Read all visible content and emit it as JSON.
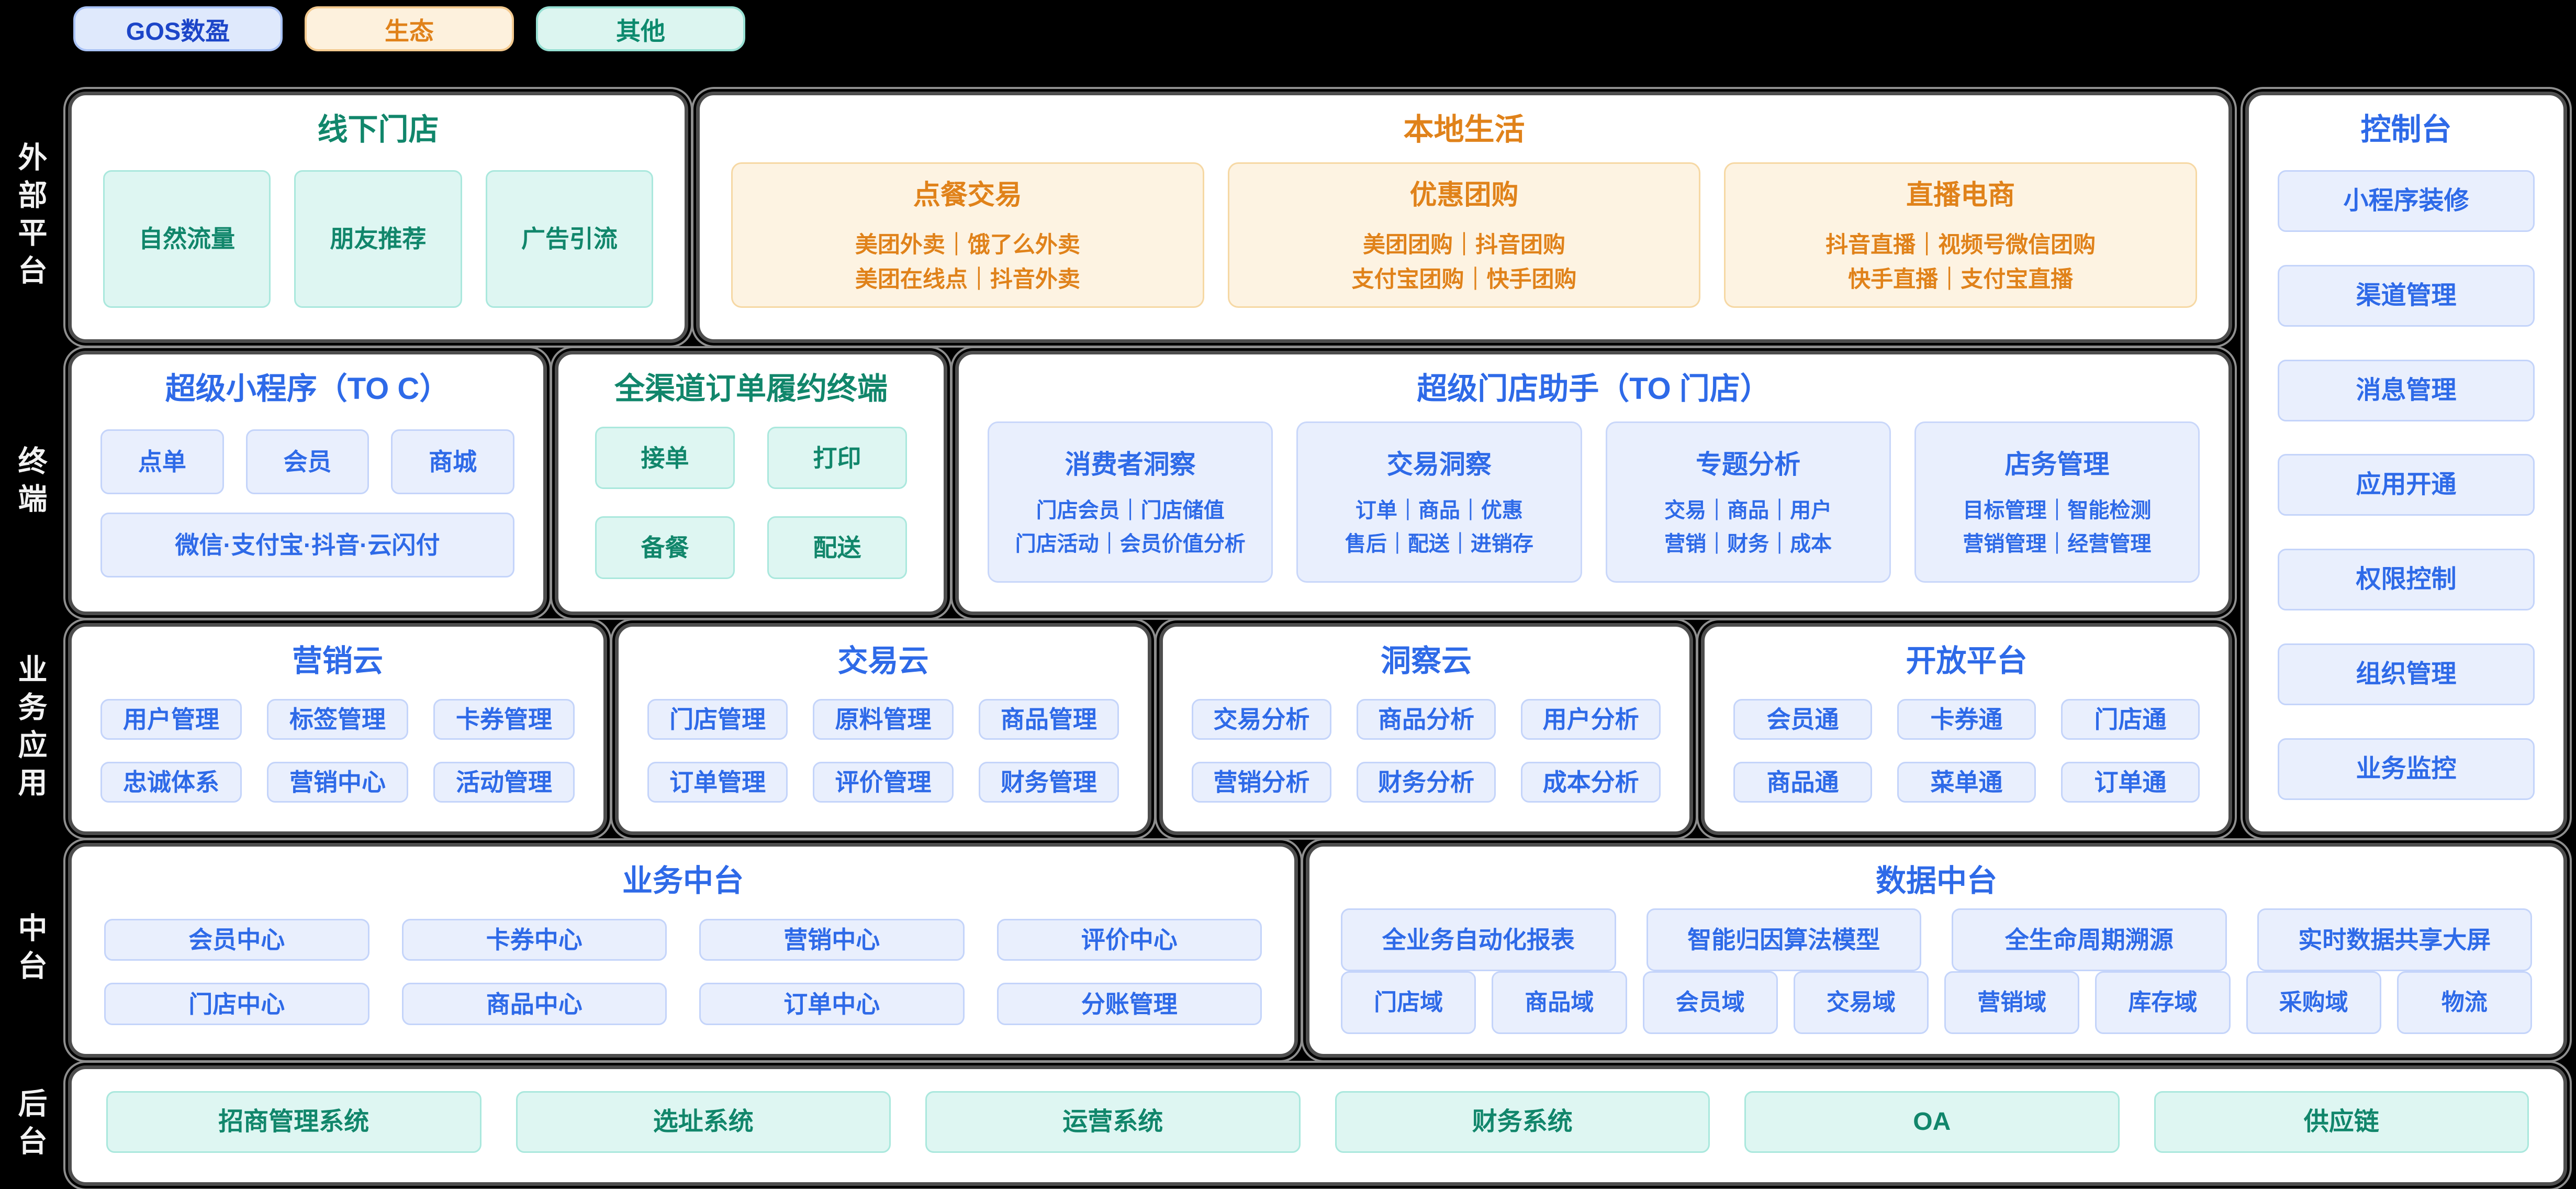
{
  "legend": [
    {
      "label": "GOS数盈"
    },
    {
      "label": "生态"
    },
    {
      "label": "其他"
    }
  ],
  "side_labels": [
    "外部平台",
    "终端",
    "业务应用",
    "中台",
    "后台"
  ],
  "offline_store": {
    "title": "线下门店",
    "items": [
      "自然流量",
      "朋友推荐",
      "广告引流"
    ]
  },
  "local_life": {
    "title": "本地生活",
    "cards": [
      {
        "title": "点餐交易",
        "line1": "美团外卖｜饿了么外卖",
        "line2": "美团在线点｜抖音外卖"
      },
      {
        "title": "优惠团购",
        "line1": "美团团购｜抖音团购",
        "line2": "支付宝团购｜快手团购"
      },
      {
        "title": "直播电商",
        "line1": "抖音直播｜视频号微信团购",
        "line2": "快手直播｜支付宝直播"
      }
    ]
  },
  "console": {
    "title": "控制台",
    "items": [
      "小程序装修",
      "渠道管理",
      "消息管理",
      "应用开通",
      "权限控制",
      "组织管理",
      "业务监控"
    ]
  },
  "super_mini_program": {
    "title": "超级小程序（TO C）",
    "items": [
      "点单",
      "会员",
      "商城"
    ],
    "wide_item": "微信·支付宝·抖音·云闪付"
  },
  "fulfillment_terminal": {
    "title": "全渠道订单履约终端",
    "items": [
      "接单",
      "打印",
      "备餐",
      "配送"
    ]
  },
  "store_assistant": {
    "title": "超级门店助手（TO 门店）",
    "cards": [
      {
        "title": "消费者洞察",
        "line1": "门店会员｜门店储值",
        "line2": "门店活动｜会员价值分析"
      },
      {
        "title": "交易洞察",
        "line1": "订单｜商品｜优惠",
        "line2": "售后｜配送｜进销存"
      },
      {
        "title": "专题分析",
        "line1": "交易｜商品｜用户",
        "line2": "营销｜财务｜成本"
      },
      {
        "title": "店务管理",
        "line1": "目标管理｜智能检测",
        "line2": "营销管理｜经营管理"
      }
    ]
  },
  "marketing_cloud": {
    "title": "营销云",
    "items": [
      "用户管理",
      "标签管理",
      "卡券管理",
      "忠诚体系",
      "营销中心",
      "活动管理"
    ]
  },
  "trade_cloud": {
    "title": "交易云",
    "items": [
      "门店管理",
      "原料管理",
      "商品管理",
      "订单管理",
      "评价管理",
      "财务管理"
    ]
  },
  "insight_cloud": {
    "title": "洞察云",
    "items": [
      "交易分析",
      "商品分析",
      "用户分析",
      "营销分析",
      "财务分析",
      "成本分析"
    ]
  },
  "open_platform": {
    "title": "开放平台",
    "items": [
      "会员通",
      "卡券通",
      "门店通",
      "商品通",
      "菜单通",
      "订单通"
    ]
  },
  "business_middle": {
    "title": "业务中台",
    "items": [
      "会员中心",
      "卡券中心",
      "营销中心",
      "评价中心",
      "门店中心",
      "商品中心",
      "订单中心",
      "分账管理"
    ]
  },
  "data_middle": {
    "title": "数据中台",
    "wide_items": [
      "全业务自动化报表",
      "智能归因算法模型",
      "全生命周期溯源",
      "实时数据共享大屏"
    ],
    "domain_items": [
      "门店域",
      "商品域",
      "会员域",
      "交易域",
      "营销域",
      "库存域",
      "采购域",
      "物流"
    ]
  },
  "backend": {
    "items": [
      "招商管理系统",
      "选址系统",
      "运营系统",
      "财务系统",
      "OA",
      "供应链"
    ]
  }
}
